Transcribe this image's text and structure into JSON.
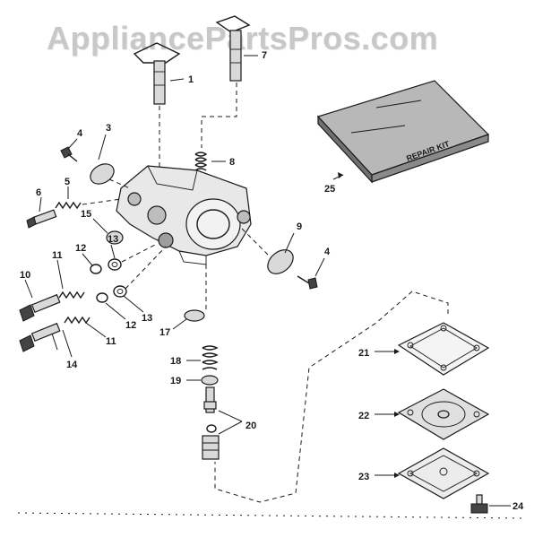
{
  "watermark": "AppliancePartsPros.com",
  "kit_label": "REPAIR KIT",
  "callouts": {
    "c1": "1",
    "c3": "3",
    "c4a": "4",
    "c4b": "4",
    "c5": "5",
    "c6": "6",
    "c7": "7",
    "c8": "8",
    "c9": "9",
    "c10": "10",
    "c11a": "11",
    "c11b": "11",
    "c12a": "12",
    "c12b": "12",
    "c13a": "13",
    "c13b": "13",
    "c14": "14",
    "c15": "15",
    "c17": "17",
    "c18": "18",
    "c19": "19",
    "c20": "20",
    "c21": "21",
    "c22": "22",
    "c23": "23",
    "c24": "24",
    "c25": "25"
  },
  "colors": {
    "ink": "#1a1a1a",
    "watermark": "#c8c8c8",
    "background": "#ffffff"
  }
}
